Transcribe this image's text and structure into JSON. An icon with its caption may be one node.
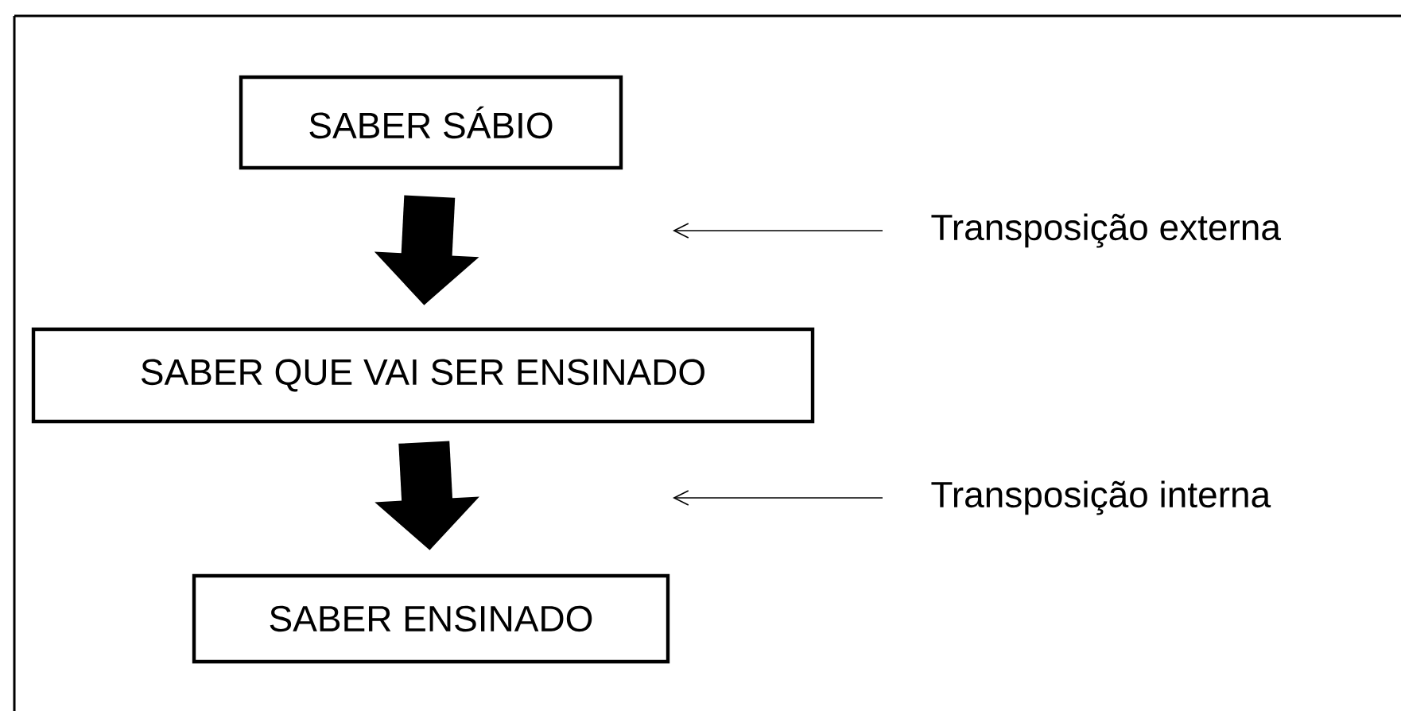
{
  "diagram": {
    "nodes": [
      {
        "text": [
          "SABER SÁBIO"
        ]
      },
      {
        "text": [
          "SABER QUE VAI SER ENSINADO"
        ]
      },
      {
        "text": [
          "SABER ENSINADO"
        ]
      },
      {
        "text": [
          "Transposição externa"
        ]
      },
      {
        "text": [
          "Transposição interna"
        ]
      }
    ],
    "edges": [
      {
        "from": 0,
        "to": 1,
        "arrow": "to",
        "style": "thick"
      },
      {
        "from": 1,
        "to": 2,
        "arrow": "to",
        "style": "thick"
      },
      {
        "from": 3,
        "to": null,
        "arrow": "to"
      },
      {
        "from": 4,
        "to": null,
        "arrow": "to"
      }
    ]
  }
}
